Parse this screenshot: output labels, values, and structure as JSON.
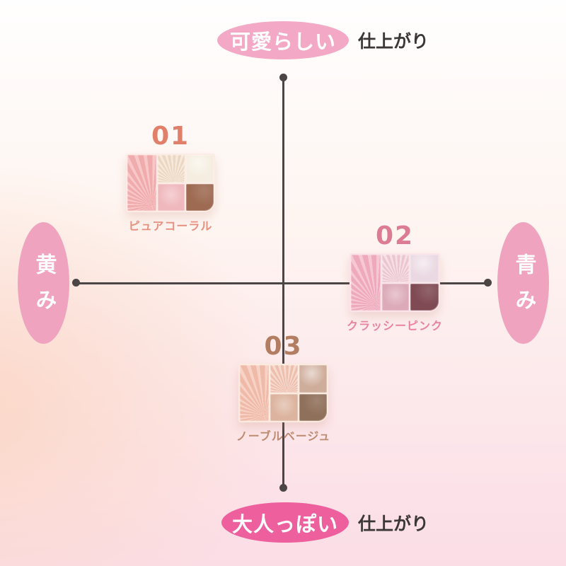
{
  "diagram": {
    "type": "quadrant-positioning-map",
    "axis_line_color": "#4b4545",
    "axes": {
      "top": {
        "label": "可愛らしい",
        "suffix": "仕上がり",
        "oval_color": "#f3a9c5",
        "text_color": "#ffffff",
        "suffix_color": "#3c3737"
      },
      "bottom": {
        "label": "大人っぽい",
        "suffix": "仕上がり",
        "oval_color": "#ee5f9d",
        "text_color": "#ffffff",
        "suffix_color": "#3c3737"
      },
      "left": {
        "label": "黄み",
        "oval_color": "#efa3bf",
        "text_color": "#ffffff"
      },
      "right": {
        "label": "青み",
        "oval_color": "#efa3bf",
        "text_color": "#ffffff"
      }
    }
  },
  "products": [
    {
      "number": "01",
      "name": "ピュアコーラル",
      "position": "upper-left-quadrant",
      "number_color": "#e0806a",
      "name_color": "#e8907f",
      "tray_color": "#fcece5",
      "pans": {
        "left": "#f5b0b2",
        "top_mid": "#f1ddc8",
        "top_right": "#f5eee0",
        "bottom_mid": "#efb8bd",
        "bottom_right": "#9e6a52"
      }
    },
    {
      "number": "02",
      "name": "クラッシーピンク",
      "position": "right-on-horizontal-axis",
      "number_color": "#dc7b94",
      "name_color": "#e9849f",
      "tray_color": "#fbe4e9",
      "pans": {
        "left": "#f3afc2",
        "top_mid": "#f0ccd6",
        "top_right": "#ead9e2",
        "bottom_mid": "#dcaab8",
        "bottom_right": "#7f4a53"
      }
    },
    {
      "number": "03",
      "name": "ノーブルベージュ",
      "position": "lower-on-vertical-axis",
      "number_color": "#b27d61",
      "name_color": "#bd8b72",
      "tray_color": "#fbeade",
      "pans": {
        "left": "#f4bfad",
        "top_mid": "#f2c4b2",
        "top_right": "#cfad9b",
        "bottom_mid": "#dcb39e",
        "bottom_right": "#8f705a"
      }
    }
  ]
}
